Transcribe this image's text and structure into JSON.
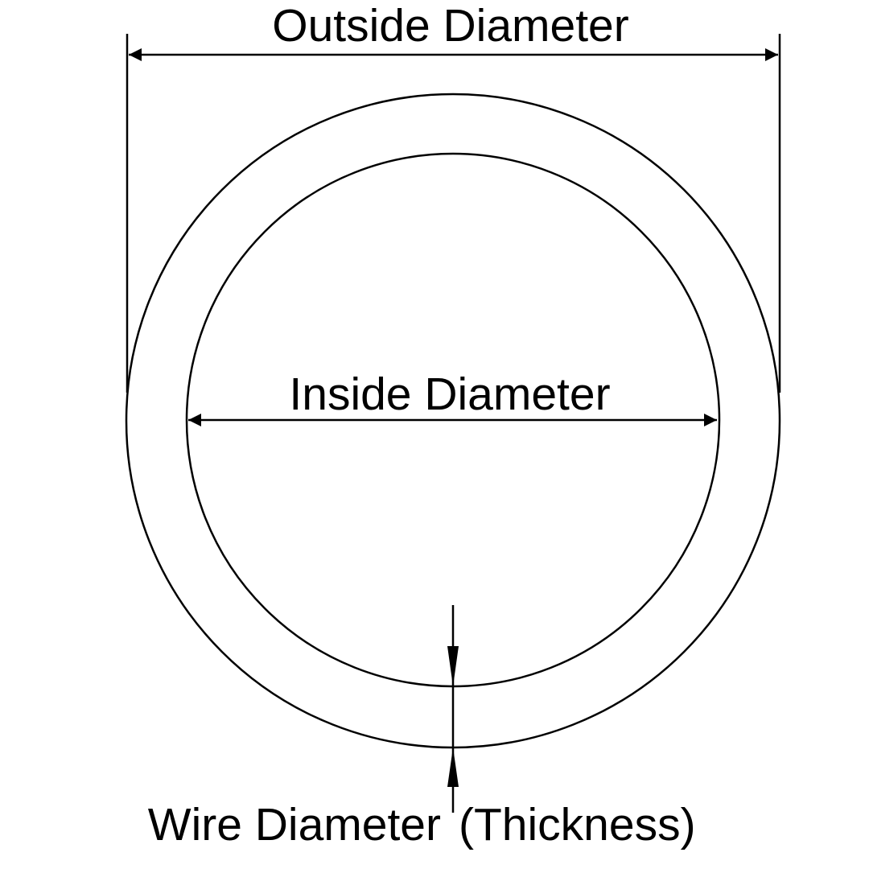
{
  "labels": {
    "outside_diameter": "Outside Diameter",
    "inside_diameter": "Inside Diameter",
    "wire_diameter": "Wire Diameter",
    "wire_diameter_note": "(Thickness)"
  },
  "colors": {
    "line": "#000000",
    "background": "#ffffff"
  }
}
